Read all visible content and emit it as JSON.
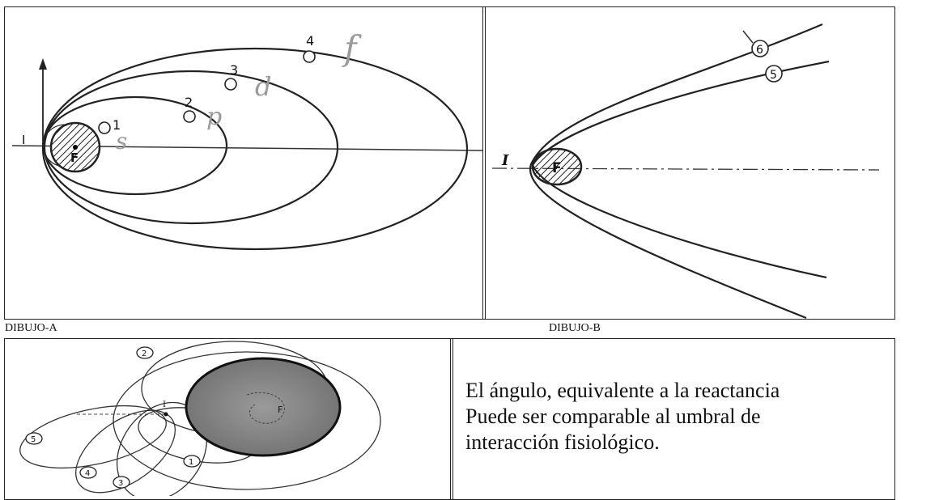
{
  "drawing_a": {
    "caption": "DIBUJO-A",
    "axis_label": "I",
    "focus_label": "F",
    "orbit_markers": [
      "1",
      "2",
      "3",
      "4"
    ],
    "handwritten": [
      "s",
      "p",
      "d",
      "f"
    ]
  },
  "drawing_b": {
    "caption": "DIBUJO-B",
    "axis_label": "I",
    "focus_label": "F",
    "orbit_markers": [
      "6",
      "5"
    ]
  },
  "drawing_c": {
    "axis_label": "I",
    "focus_label": "F",
    "orbit_markers": [
      "2",
      "5",
      "4",
      "3",
      "1"
    ]
  },
  "text_panel": {
    "line1": "El ángulo, equivalente a la reactancia",
    "line2": "Puede ser comparable al umbral de",
    "line3": "interacción fisiológico."
  }
}
